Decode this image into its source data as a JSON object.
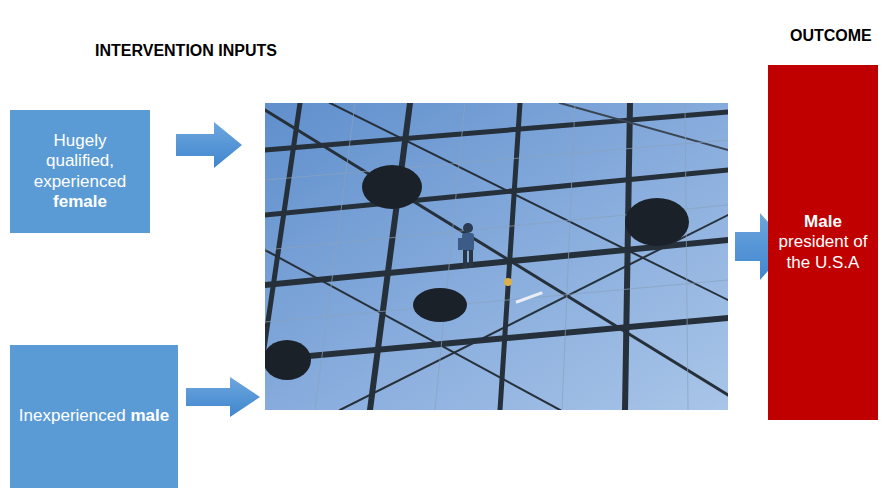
{
  "diagram": {
    "nodes": [
      {
        "text": [
          "Hugely qualified, experienced female"
        ]
      },
      {
        "text": [
          "Inexperienced male"
        ]
      },
      {
        "text": [
          "Male president of the U.S.A"
        ]
      }
    ],
    "labels": [
      "INTERVENTION INPUTS",
      "OUTCOME"
    ]
  }
}
